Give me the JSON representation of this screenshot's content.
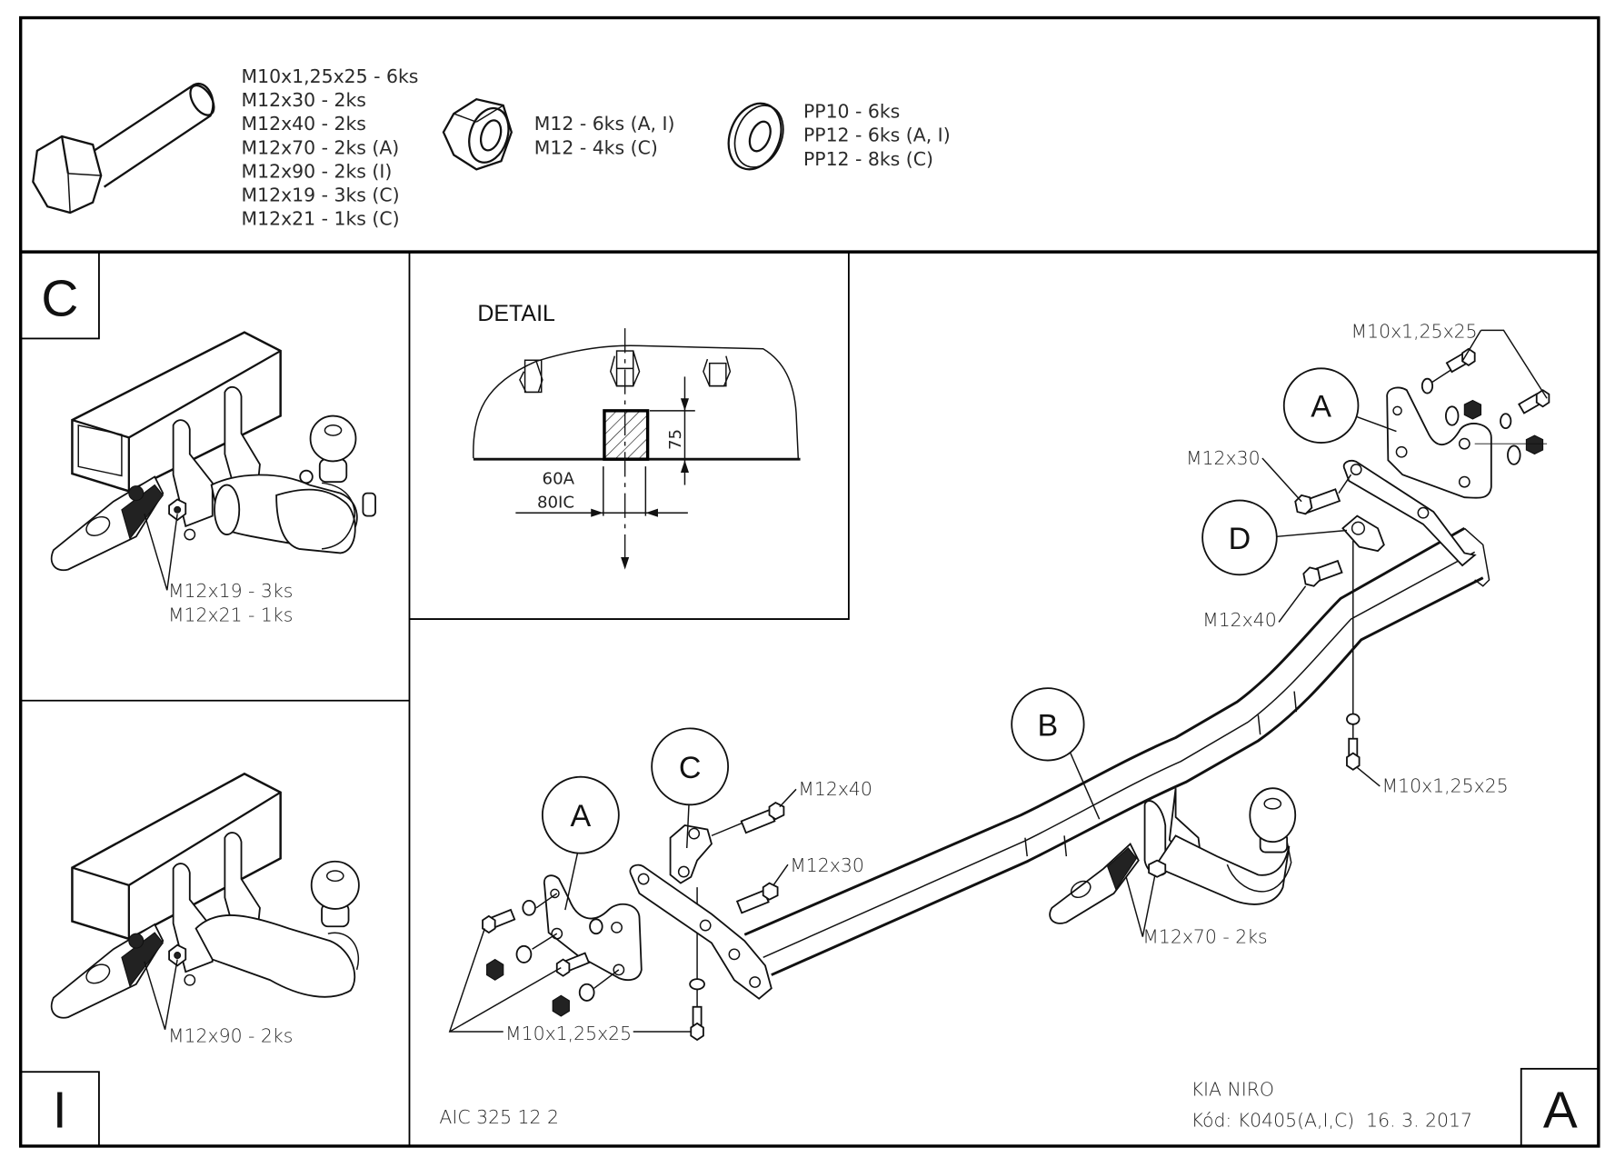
{
  "parts_list": {
    "bolts": [
      "M10x1,25x25 - 6ks",
      "M12x30 - 2ks",
      "M12x40 - 2ks",
      "M12x70 - 2ks (A)",
      "M12x90 - 2ks (I)",
      "M12x19 - 3ks (C)",
      "M12x21 - 1ks (C)"
    ],
    "nuts": [
      "M12 - 6ks (A, I)",
      "M12 - 4ks (C)"
    ],
    "washers": [
      "PP10 - 6ks",
      "PP12 - 6ks (A, I)",
      "PP12 - 8ks (C)"
    ],
    "icons": [
      "hex-bolt-icon",
      "hex-nut-icon",
      "flat-washer-icon"
    ]
  },
  "panel_c": {
    "variant_letter": "C",
    "callout_lines": [
      "M12x19 - 3ks",
      "M12x21 - 1ks"
    ]
  },
  "panel_i": {
    "variant_letter": "I",
    "callout_lines": [
      "M12x90 - 2ks"
    ]
  },
  "detail": {
    "title": "DETAIL",
    "height_dim": "75",
    "width_dims": [
      "60A",
      "80IC"
    ]
  },
  "main": {
    "bubbles": {
      "a_right": "A",
      "d": "D",
      "b": "B",
      "a_left": "A",
      "c": "C"
    },
    "callouts": {
      "top_right_bolt": "M10x1,25x25",
      "right_m12x30": "M12x30",
      "right_m12x40": "M12x40",
      "right_bottom_bolt": "M10x1,25x25",
      "left_m12x40": "M12x40",
      "left_m12x30": "M12x30",
      "hook_bolts": "M12x70 - 2ks",
      "left_bottom_bolts": "M10x1,25x25"
    },
    "drawing_number": "AIC 325 12 2",
    "variant_letter": "A"
  },
  "title_block": {
    "vehicle": "KIA NIRO",
    "code_line": "Kód: K0405(A,I,C)  16. 3. 2017"
  }
}
